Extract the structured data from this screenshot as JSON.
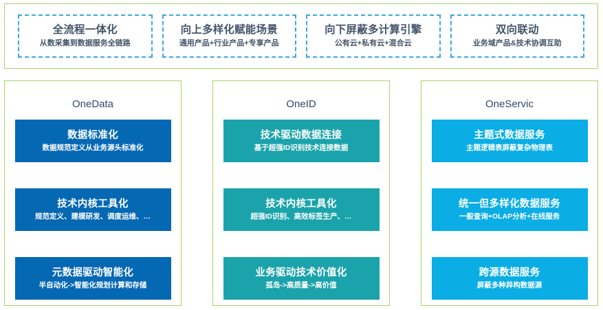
{
  "colors": {
    "frame_green": "#a6d467",
    "dashed_blue": "#3aa7e0",
    "title_navy": "#2f4a6d",
    "onedata_blue": "#0568b3",
    "oneid_teal": "#1ba3ab",
    "oneservice_blue": "#0aade4",
    "card_text": "#ffffff"
  },
  "top_banner": {
    "pillars": [
      {
        "title": "全流程一体化",
        "subtitle": "从数采集到数据服务全链路"
      },
      {
        "title": "向上多样化赋能场景",
        "subtitle": "通用产品+行业产品+专享产品"
      },
      {
        "title": "向下屏蔽多计算引擎",
        "subtitle": "公有云+私有云+混合云"
      },
      {
        "title": "双向联动",
        "subtitle": "业务域产品&技术协调互助"
      }
    ]
  },
  "columns": [
    {
      "title": "OneData",
      "accent": "#0568b3",
      "cards": [
        {
          "title": "数据标准化",
          "subtitle": "数据规范定义从业务源头标准化"
        },
        {
          "title": "技术内核工具化",
          "subtitle": "规范定义、建模研发、调度运维、…"
        },
        {
          "title": "元数据驱动智能化",
          "subtitle": "半自动化->智能化规划计算和存储"
        }
      ]
    },
    {
      "title": "OneID",
      "accent": "#1ba3ab",
      "cards": [
        {
          "title": "技术驱动数据连接",
          "subtitle": "基于超强ID识别技术连接数据"
        },
        {
          "title": "技术内核工具化",
          "subtitle": "超强ID识别、高效标签生产、…"
        },
        {
          "title": "业务驱动技术价值化",
          "subtitle": "孤岛->高质量->高价值"
        }
      ]
    },
    {
      "title": "OneServic",
      "accent": "#0aade4",
      "cards": [
        {
          "title": "主题式数据服务",
          "subtitle": "主题逻辑表屏蔽复杂物理表"
        },
        {
          "title": "统一但多样化数据服务",
          "subtitle": "一般查询+OLAP分析+在线服务"
        },
        {
          "title": "跨源数据服务",
          "subtitle": "屏蔽多种异构数据源"
        }
      ]
    }
  ]
}
